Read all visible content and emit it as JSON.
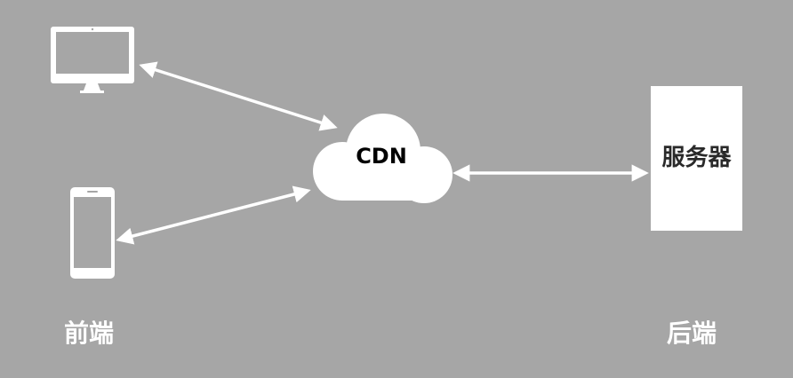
{
  "colors": {
    "background": "#a6a6a6",
    "foreground": "#ffffff",
    "cdn_text": "#000000",
    "server_text": "#2a2a2a"
  },
  "nodes": {
    "desktop": {
      "icon": "desktop-monitor-icon"
    },
    "mobile": {
      "icon": "smartphone-icon"
    },
    "cdn": {
      "label": "CDN",
      "icon": "cloud-icon"
    },
    "server": {
      "label": "服务器"
    }
  },
  "groups": {
    "frontend_label": "前端",
    "backend_label": "后端"
  }
}
